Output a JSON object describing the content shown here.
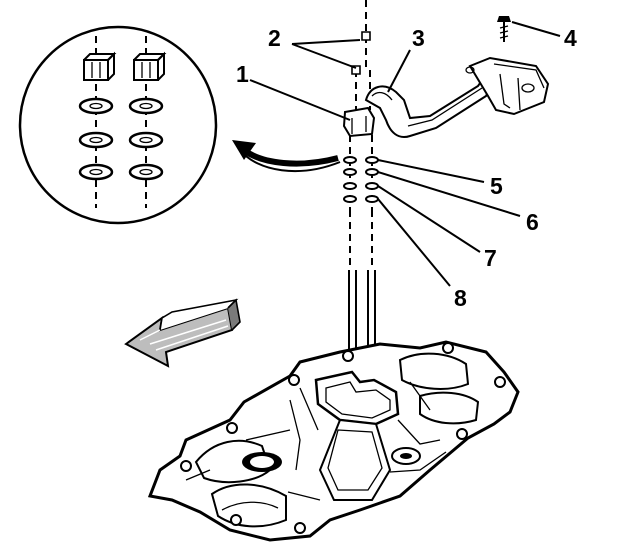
{
  "callouts": [
    {
      "id": "1",
      "label": "1"
    },
    {
      "id": "2",
      "label": "2"
    },
    {
      "id": "3",
      "label": "3"
    },
    {
      "id": "4",
      "label": "4"
    },
    {
      "id": "5",
      "label": "5"
    },
    {
      "id": "6",
      "label": "6"
    },
    {
      "id": "7",
      "label": "7"
    },
    {
      "id": "8",
      "label": "8"
    }
  ],
  "colors": {
    "ink": "#000000",
    "paper": "#ffffff",
    "shade": "#9a9a9a"
  },
  "icons": [
    "detail-circle",
    "pointer-arrow",
    "front-direction-arrow"
  ]
}
